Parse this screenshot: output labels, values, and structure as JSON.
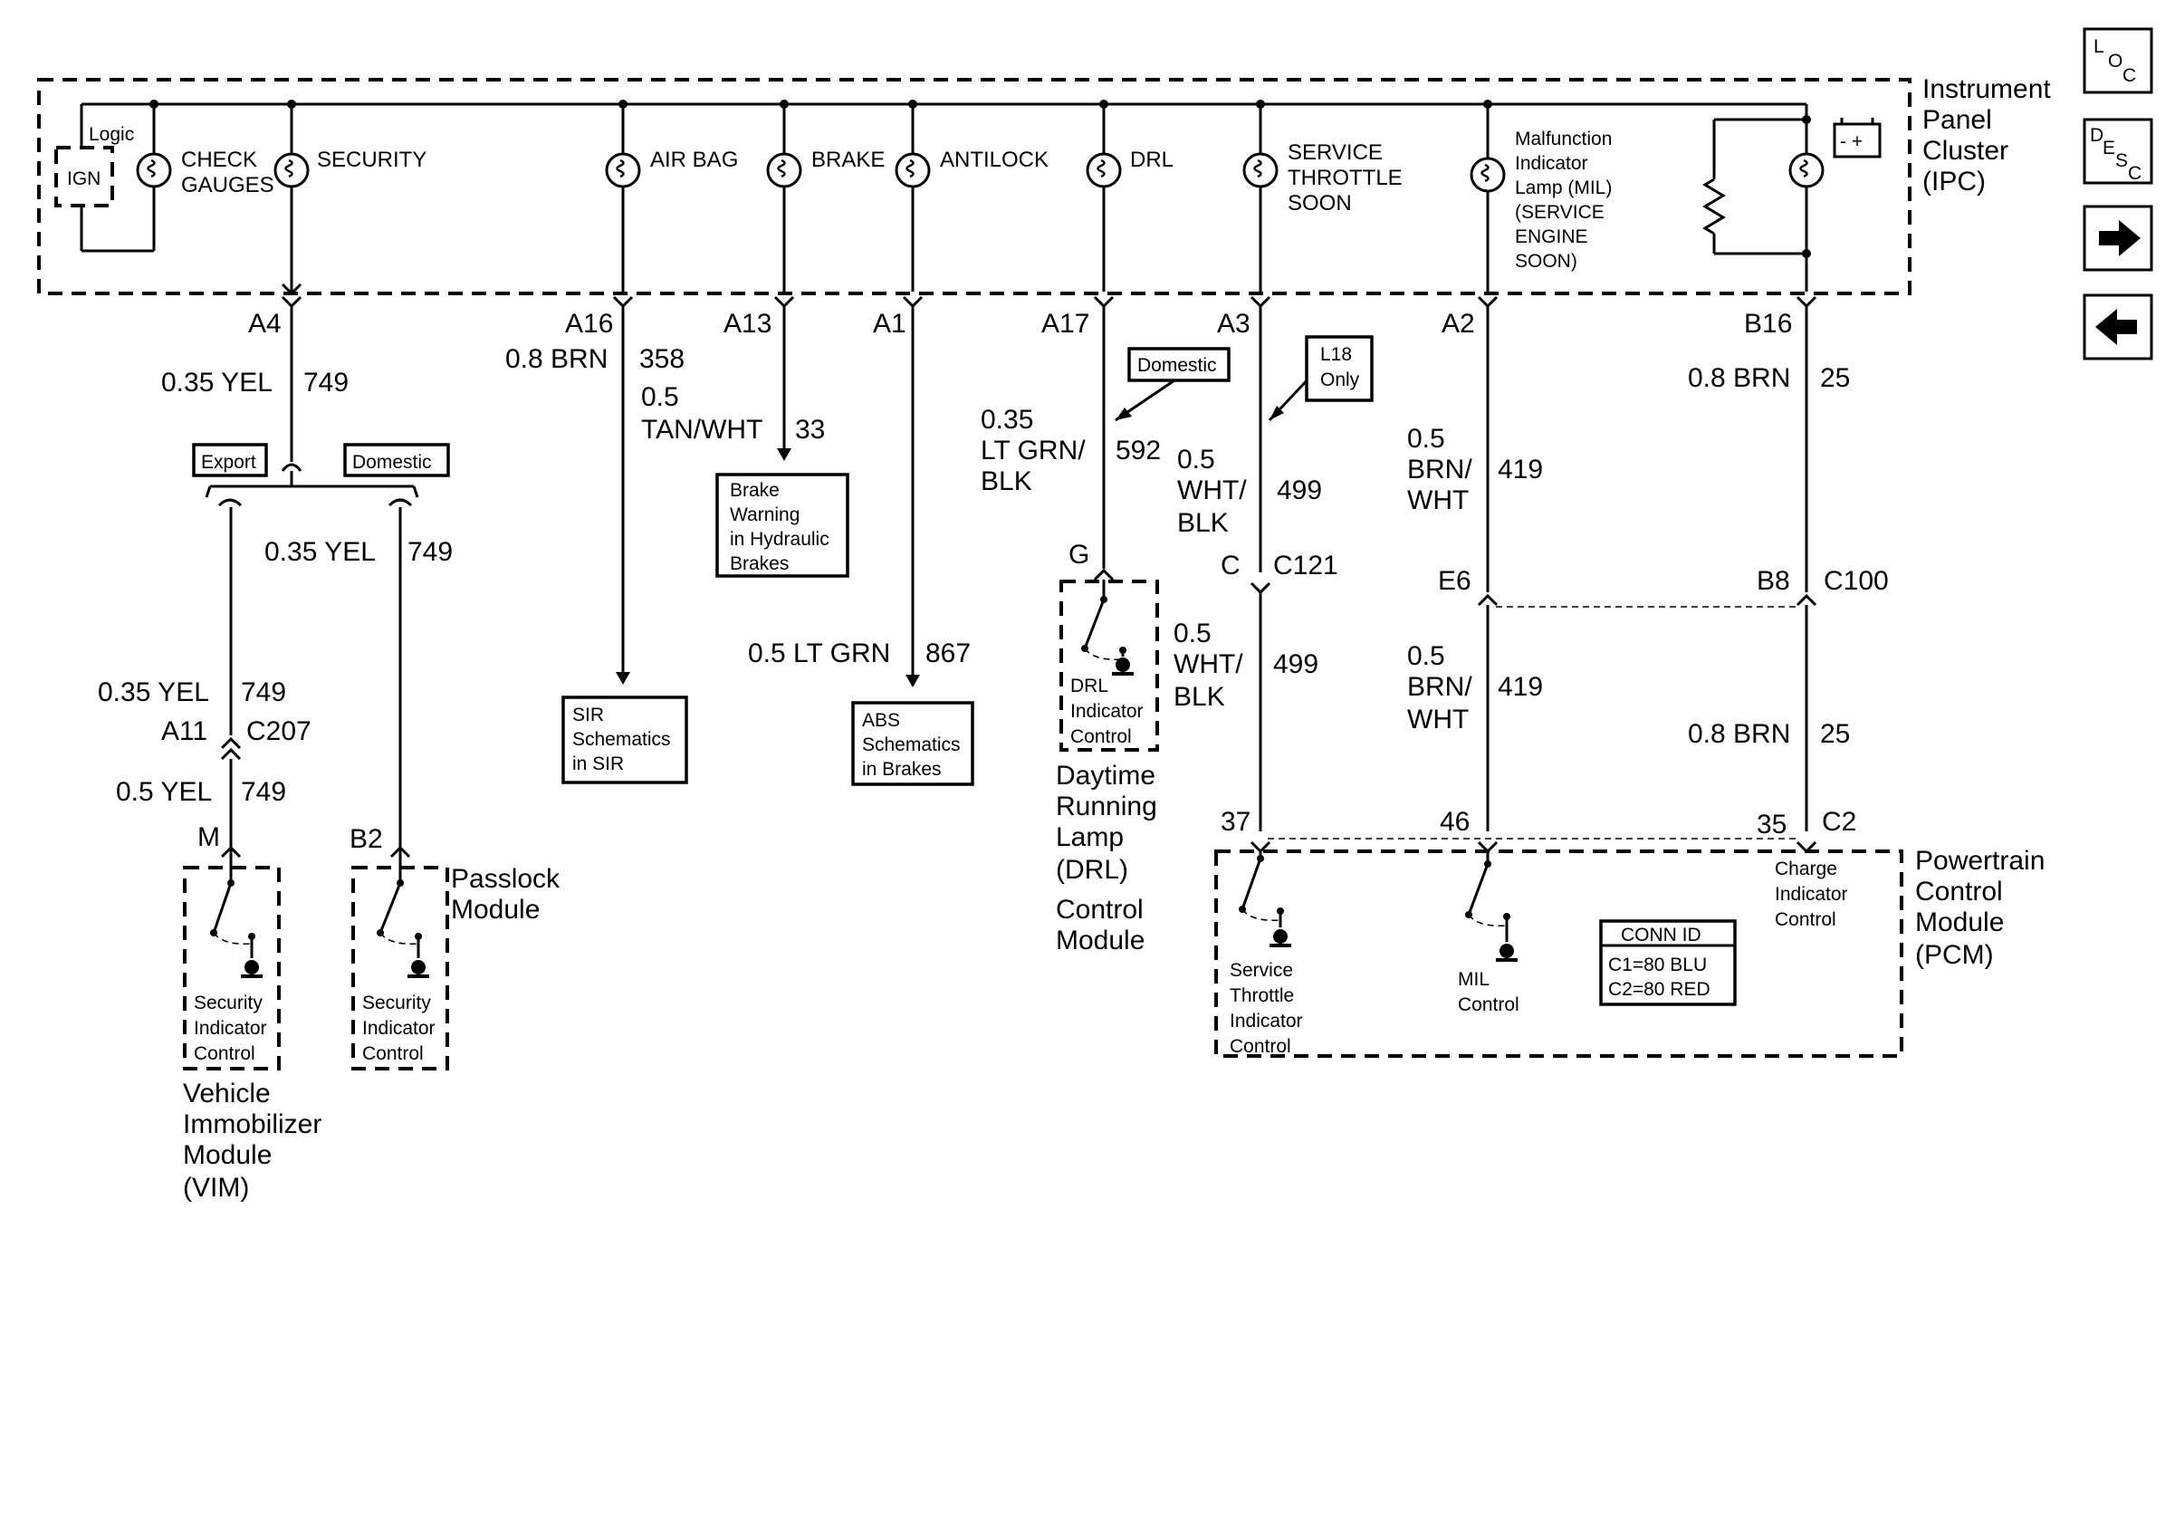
{
  "ipc": {
    "name_lines": [
      "Instrument",
      "Panel",
      "Cluster",
      "(IPC)"
    ],
    "logic": "Logic",
    "ign": "IGN",
    "lamps": {
      "check_gauges": [
        "CHECK",
        "GAUGES"
      ],
      "security": "SECURITY",
      "air_bag": "AIR BAG",
      "brake": "BRAKE",
      "antilock": "ANTILOCK",
      "drl": "DRL",
      "service_throttle": [
        "SERVICE",
        "THROTTLE",
        "SOON"
      ],
      "mil": [
        "Malfunction",
        "Indicator",
        "Lamp (MIL)",
        "(SERVICE",
        "ENGINE",
        "SOON)"
      ]
    },
    "pins": {
      "a4": "A4",
      "a16": "A16",
      "a13": "A13",
      "a1": "A1",
      "a17": "A17",
      "a3": "A3",
      "a2": "A2",
      "b16": "B16"
    },
    "battery_symbol": "- +"
  },
  "wires": {
    "a4_size": "0.35 YEL",
    "a4_circuit": "749",
    "a16_size": "0.8 BRN",
    "a16_circuit": "358",
    "a13_size": [
      "0.5",
      "TAN/WHT"
    ],
    "a13_circuit": "33",
    "a1_size": "0.5 LT GRN",
    "a1_circuit": "867",
    "a17_size": [
      "0.35",
      "LT GRN/",
      "BLK"
    ],
    "a17_circuit": "592",
    "a3_size_top": [
      "0.5",
      "WHT/",
      "BLK"
    ],
    "a3_circuit_top": "499",
    "a3_size_bot": [
      "0.5",
      "WHT/",
      "BLK"
    ],
    "a3_circuit_bot": "499",
    "a2_size_top": [
      "0.5",
      "BRN/",
      "WHT"
    ],
    "a2_circuit_top": "419",
    "a2_size_bot": [
      "0.5",
      "BRN/",
      "WHT"
    ],
    "a2_circuit_bot": "419",
    "b16_size_top": "0.8 BRN",
    "b16_circuit_top": "25",
    "b16_size_bot": "0.8 BRN",
    "b16_circuit_bot": "25",
    "dom_size": "0.35 YEL",
    "dom_circuit": "749",
    "exp_size_top": "0.35 YEL",
    "exp_circuit_top": "749",
    "exp_size_bot": "0.5 YEL",
    "exp_circuit_bot": "749"
  },
  "options": {
    "export": "Export",
    "domestic": "Domestic",
    "drl_domestic": "Domestic",
    "l18": [
      "L18",
      "Only"
    ]
  },
  "connectors": {
    "a11": "A11",
    "c207": "C207",
    "g": "G",
    "c": "C",
    "c121": "C121",
    "e6": "E6",
    "b8": "B8",
    "c100": "C100",
    "m": "M",
    "b2": "B2",
    "p37": "37",
    "p46": "46",
    "p35": "35",
    "c2": "C2"
  },
  "refs": {
    "brake": [
      "Brake",
      "Warning",
      "in Hydraulic",
      "Brakes"
    ],
    "sir": [
      "SIR",
      "Schematics",
      "in SIR"
    ],
    "abs": [
      "ABS",
      "Schematics",
      "in Brakes"
    ]
  },
  "modules": {
    "vim_switch": [
      "Security",
      "Indicator",
      "Control"
    ],
    "vim_name": [
      "Vehicle",
      "Immobilizer",
      "Module",
      "(VIM)"
    ],
    "passlock_switch": [
      "Security",
      "Indicator",
      "Control"
    ],
    "passlock_name": [
      "Passlock",
      "Module"
    ],
    "drl_switch": [
      "DRL",
      "Indicator",
      "Control"
    ],
    "drl_name": [
      "Daytime",
      "Running",
      "Lamp",
      "(DRL)",
      "Control",
      "Module"
    ],
    "pcm_service": [
      "Service",
      "Throttle",
      "Indicator",
      "Control"
    ],
    "pcm_mil": [
      "MIL",
      "Control"
    ],
    "pcm_charge": [
      "Charge",
      "Indicator",
      "Control"
    ],
    "pcm_name": [
      "Powertrain",
      "Control",
      "Module",
      "(PCM)"
    ],
    "conn_id_title": "CONN ID",
    "conn_id_lines": [
      "C1=80 BLU",
      "C2=80 RED"
    ]
  },
  "nav": {
    "loc": [
      "L",
      "O",
      "C"
    ],
    "desc": [
      "D",
      "E",
      "S",
      "C"
    ],
    "next": "next-arrow",
    "prev": "prev-arrow"
  }
}
